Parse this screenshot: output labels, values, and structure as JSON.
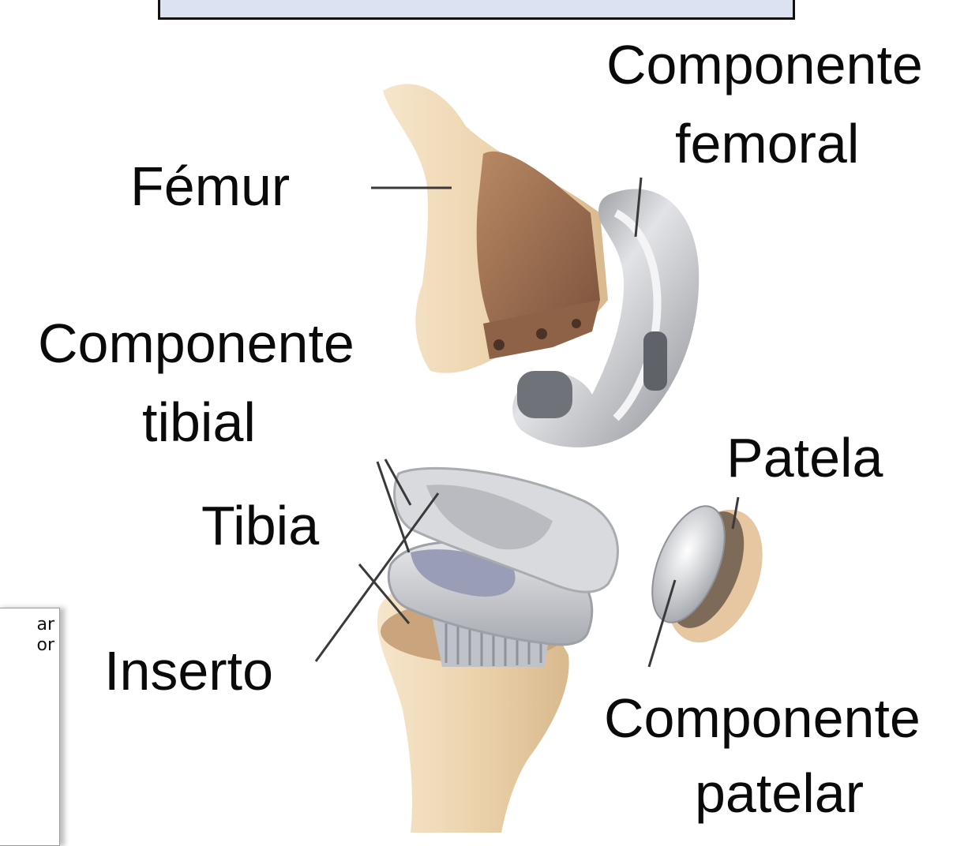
{
  "labels": {
    "femur": "Fémur",
    "femoral_component_line1": "Componente",
    "femoral_component_line2": "femoral",
    "tibial_component_line1": "Componente",
    "tibial_component_line2": "tibial",
    "patella": "Patela",
    "tibia": "Tibia",
    "insert": "Inserto",
    "patellar_component_line1": "Componente",
    "patellar_component_line2": "patelar"
  },
  "side_note": {
    "line1": "ar",
    "line2": "or"
  },
  "colors": {
    "bone": "#e9cfa7",
    "bone_cut": "#8a5f45",
    "metal": "#c9cbd0",
    "title_box": "#dde2f3"
  }
}
